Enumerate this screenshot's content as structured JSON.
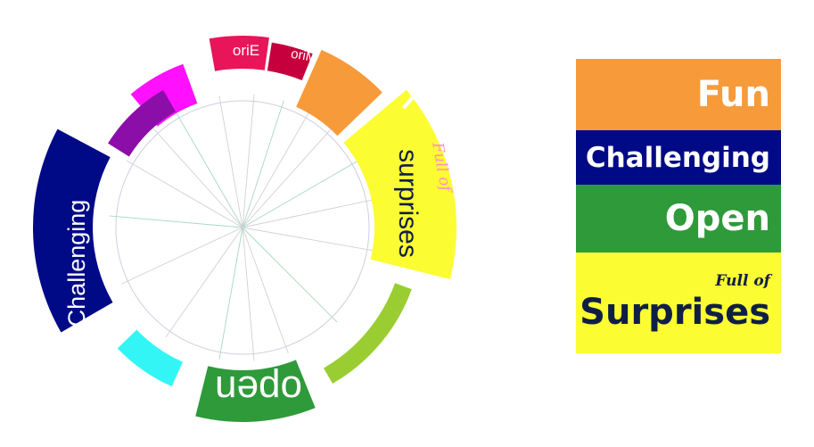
{
  "wheel": {
    "segments": [
      {
        "name": "magenta",
        "color": "#ff10ff",
        "label": ""
      },
      {
        "name": "orie",
        "color": "#e8155a",
        "label": "oriE"
      },
      {
        "name": "orim",
        "color": "#c5003d",
        "label": "oriM"
      },
      {
        "name": "fun",
        "color": "#f79a3a",
        "label": "Fun"
      },
      {
        "name": "full-of-surprises",
        "color": "#fcfc33",
        "label": "surprises",
        "sublabel": "Full of"
      },
      {
        "name": "lime",
        "color": "#9acd32",
        "label": ""
      },
      {
        "name": "open",
        "color": "#2e9a3a",
        "label": "open"
      },
      {
        "name": "cyan",
        "color": "#33f5f5",
        "label": ""
      },
      {
        "name": "challenging",
        "color": "#000a86",
        "label": "Challenging"
      },
      {
        "name": "purple",
        "color": "#8b0ea8",
        "label": ""
      }
    ]
  },
  "legend": {
    "fun": "Fun",
    "challenging": "Challenging",
    "open": "Open",
    "full_of": "Full of",
    "surprises": "Surprises"
  }
}
